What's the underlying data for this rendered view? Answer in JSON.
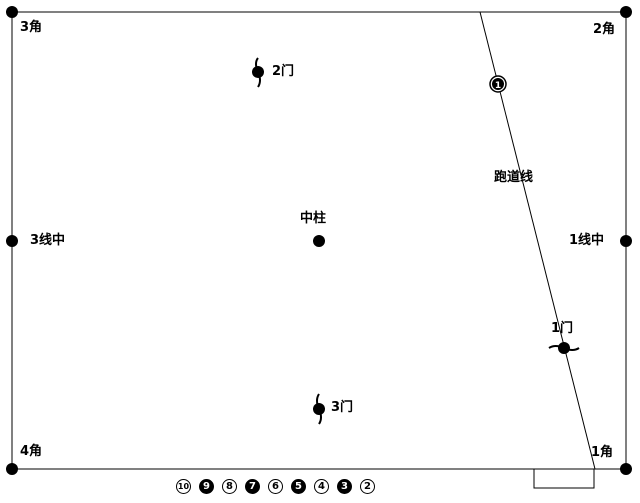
{
  "labels": {
    "corner3": "3角",
    "corner2": "2角",
    "corner4": "4角",
    "corner1": "1角",
    "line3_mid": "3线中",
    "line1_mid": "1线中",
    "center_pole": "中柱",
    "gate2": "2门",
    "gate3": "3门",
    "gate1": "1门",
    "runway": "跑道线",
    "runway_marker": "1"
  },
  "sequence": [
    {
      "text": "10",
      "filled": false
    },
    {
      "text": "9",
      "filled": true
    },
    {
      "text": "8",
      "filled": false
    },
    {
      "text": "7",
      "filled": true
    },
    {
      "text": "6",
      "filled": false
    },
    {
      "text": "5",
      "filled": true
    },
    {
      "text": "4",
      "filled": false
    },
    {
      "text": "3",
      "filled": true
    },
    {
      "text": "2",
      "filled": false
    }
  ]
}
